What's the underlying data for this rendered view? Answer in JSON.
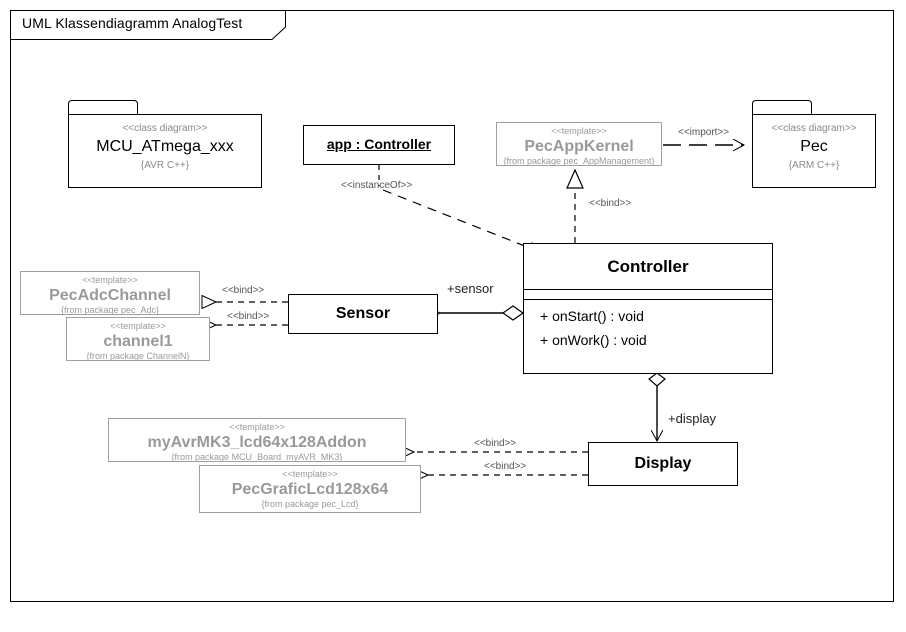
{
  "diagram": {
    "title": "UML Klassendiagramm AnalogTest",
    "frame_border_color": "#000000",
    "template_color": "#999999",
    "class_color": "#000000"
  },
  "packages": [
    {
      "id": "mcu",
      "stereotype": "<<class diagram>>",
      "name": "MCU_ATmega_xxx",
      "language": "{AVR C++}"
    },
    {
      "id": "pec",
      "stereotype": "<<class diagram>>",
      "name": "Pec",
      "language": "{ARM C++}"
    }
  ],
  "instances": [
    {
      "id": "app",
      "name": "app : Controller"
    }
  ],
  "templates": [
    {
      "id": "pecappkernel",
      "stereotype": "<<template>>",
      "name": "PecAppKernel",
      "from": "{from package pec_AppManagement}"
    },
    {
      "id": "pecadcchannel",
      "stereotype": "<<template>>",
      "name": "PecAdcChannel",
      "from": "{from package pec_Adc}"
    },
    {
      "id": "channel1",
      "stereotype": "<<template>>",
      "name": "channel1",
      "from": "{from package ChannelN}"
    },
    {
      "id": "myavrmk3",
      "stereotype": "<<template>>",
      "name": "myAvrMK3_lcd64x128Addon",
      "from": "{from package MCU_Board_myAVR_MK3}"
    },
    {
      "id": "pecgraficlcd",
      "stereotype": "<<template>>",
      "name": "PecGraficLcd128x64",
      "from": "{from package pec_Lcd}"
    }
  ],
  "classes": [
    {
      "id": "controller",
      "name": "Controller",
      "attributes": [],
      "operations": [
        "+ onStart() : void",
        "+ onWork() : void"
      ]
    },
    {
      "id": "sensor",
      "name": "Sensor",
      "attributes": [],
      "operations": []
    },
    {
      "id": "display",
      "name": "Display",
      "attributes": [],
      "operations": []
    }
  ],
  "edges": [
    {
      "id": "import",
      "label": "<<import>>",
      "kind": "dependency",
      "from": "pecappkernel",
      "to": "pec"
    },
    {
      "id": "instanceof",
      "label": "<<instanceOf>>",
      "kind": "dependency",
      "from": "app",
      "to": "controller"
    },
    {
      "id": "bind-kernel",
      "label": "<<bind>>",
      "kind": "realization",
      "from": "controller",
      "to": "pecappkernel"
    },
    {
      "id": "bind-adc",
      "label": "<<bind>>",
      "kind": "realization",
      "from": "sensor",
      "to": "pecadcchannel"
    },
    {
      "id": "bind-channel1",
      "label": "<<bind>>",
      "kind": "realization",
      "from": "sensor",
      "to": "channel1"
    },
    {
      "id": "bind-myavr",
      "label": "<<bind>>",
      "kind": "realization",
      "from": "display",
      "to": "myavrmk3"
    },
    {
      "id": "bind-lcd",
      "label": "<<bind>>",
      "kind": "realization",
      "from": "display",
      "to": "pecgraficlcd"
    },
    {
      "id": "agg-sensor",
      "label": "+sensor",
      "kind": "aggregation",
      "from": "controller",
      "to": "sensor"
    },
    {
      "id": "agg-display",
      "label": "+display",
      "kind": "aggregation",
      "from": "controller",
      "to": "display"
    }
  ]
}
